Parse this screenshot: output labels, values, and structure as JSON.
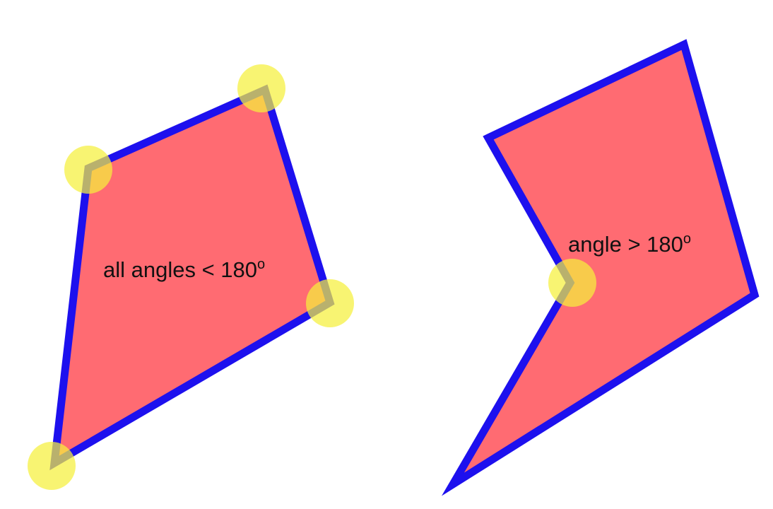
{
  "convex": {
    "label_main": "all angles < 180",
    "label_degree": "o"
  },
  "concave": {
    "label_main": "angle > 180",
    "label_degree": "o"
  },
  "colors": {
    "fill": "#ff6b72",
    "outline": "#1d10ee",
    "vertex_marker": "#f5f03c",
    "background": "#ffffff"
  }
}
